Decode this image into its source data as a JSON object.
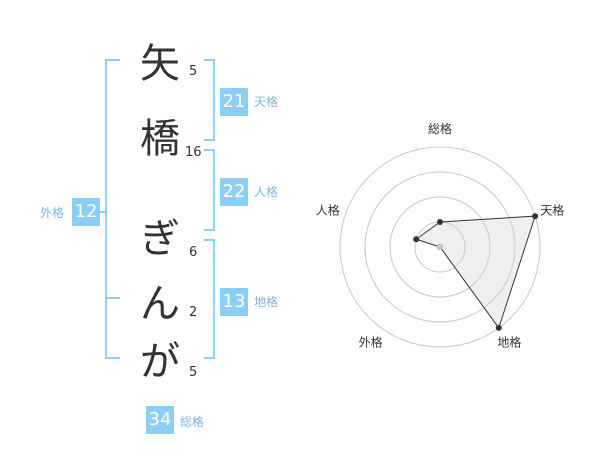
{
  "name": {
    "chars": [
      "矢",
      "橋",
      "ぎ",
      "ん",
      "が"
    ],
    "strokes": [
      "5",
      "16",
      "6",
      "2",
      "5"
    ]
  },
  "fortune": {
    "tenkaku": {
      "value": "21",
      "label": "天格"
    },
    "jinkaku": {
      "value": "22",
      "label": "人格"
    },
    "chikaku": {
      "value": "13",
      "label": "地格"
    },
    "gaikaku": {
      "value": "12",
      "label": "外格"
    },
    "soukaku": {
      "value": "34",
      "label": "総格"
    }
  },
  "colors": {
    "accent": "#8ccff5",
    "bracket": "#8ccff5"
  },
  "chart_data": {
    "type": "radar",
    "axes": [
      "総格",
      "天格",
      "地格",
      "外格",
      "人格"
    ],
    "values": [
      1,
      4,
      4,
      0,
      1
    ],
    "max": 4,
    "grid_rings": 4
  }
}
